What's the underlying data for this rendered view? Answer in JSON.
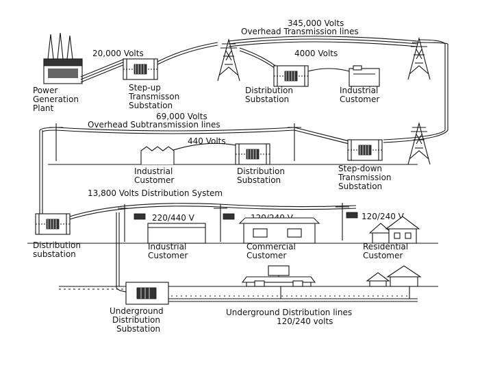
{
  "voltages": {
    "v345000": "345,000 Volts",
    "overhead_transmission": "Overhead Transmission lines",
    "v20000": "20,000 Volts",
    "v4000": "4000 Volts",
    "v69000": "69,000 Volts",
    "overhead_subtransmission": "Overhead Subtransmission lines",
    "v440": "440 Volts",
    "v13800": "13,800 Volts Distribution System",
    "v220_440": "220/440 V",
    "v120_240_a": "120/240 V",
    "v120_240_b": "120/240 V"
  },
  "row1": {
    "power_plant": [
      "Power",
      "Generation",
      "Plant"
    ],
    "stepup": [
      "Step-up",
      "Transmisson",
      "Substation"
    ],
    "distribution": [
      "Distribution",
      "Substation"
    ],
    "industrial": [
      "Industrial",
      "Customer"
    ]
  },
  "row2": {
    "industrial": [
      "Industrial",
      "Customer"
    ],
    "distribution": [
      "Distribution",
      "Substation"
    ],
    "stepdown": [
      "Step-down",
      "Transmission",
      "Substation"
    ]
  },
  "row3": {
    "distribution": [
      "Distribution",
      "substation"
    ],
    "industrial": [
      "Industrial",
      "Customer"
    ],
    "commercial": [
      "Commercial",
      "Customer"
    ],
    "residential": [
      "Residential",
      "Customer"
    ]
  },
  "row4": {
    "underground_substation": [
      "Underground",
      "Distribution",
      "Substation"
    ],
    "underground_lines": [
      "Underground Distribution lines",
      "120/240 volts"
    ]
  }
}
